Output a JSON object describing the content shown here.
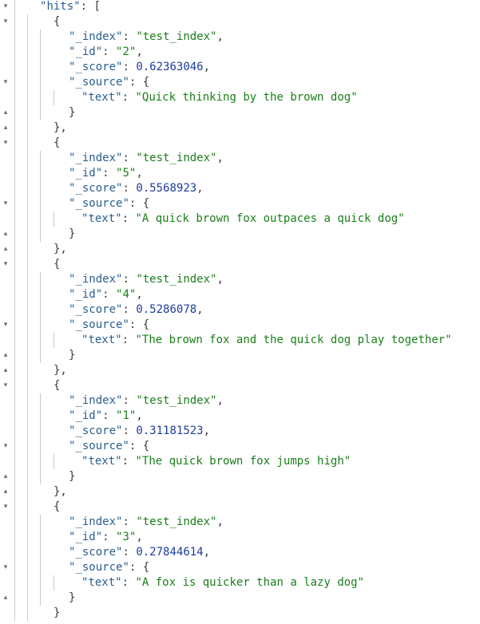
{
  "root_key": "hits",
  "fold_icons": {
    "open": "▾",
    "close": "▴"
  },
  "hits": [
    {
      "_index": "test_index",
      "_id": "2",
      "_score": "0.62363046",
      "_source": {
        "text": "Quick thinking by the brown dog"
      }
    },
    {
      "_index": "test_index",
      "_id": "5",
      "_score": "0.5568923",
      "_source": {
        "text": "A quick brown fox outpaces a quick dog"
      }
    },
    {
      "_index": "test_index",
      "_id": "4",
      "_score": "0.5286078",
      "_source": {
        "text": "The brown fox and the quick dog play together"
      }
    },
    {
      "_index": "test_index",
      "_id": "1",
      "_score": "0.31181523",
      "_source": {
        "text": "The quick brown fox jumps high"
      }
    },
    {
      "_index": "test_index",
      "_id": "3",
      "_score": "0.27844614",
      "_source": {
        "text": "A fox is quicker than a lazy dog"
      }
    }
  ],
  "colors": {
    "key": "#2a5d8f",
    "string": "#1a7f1a",
    "number": "#1c3d9e",
    "guide": "#c9c9c9"
  }
}
